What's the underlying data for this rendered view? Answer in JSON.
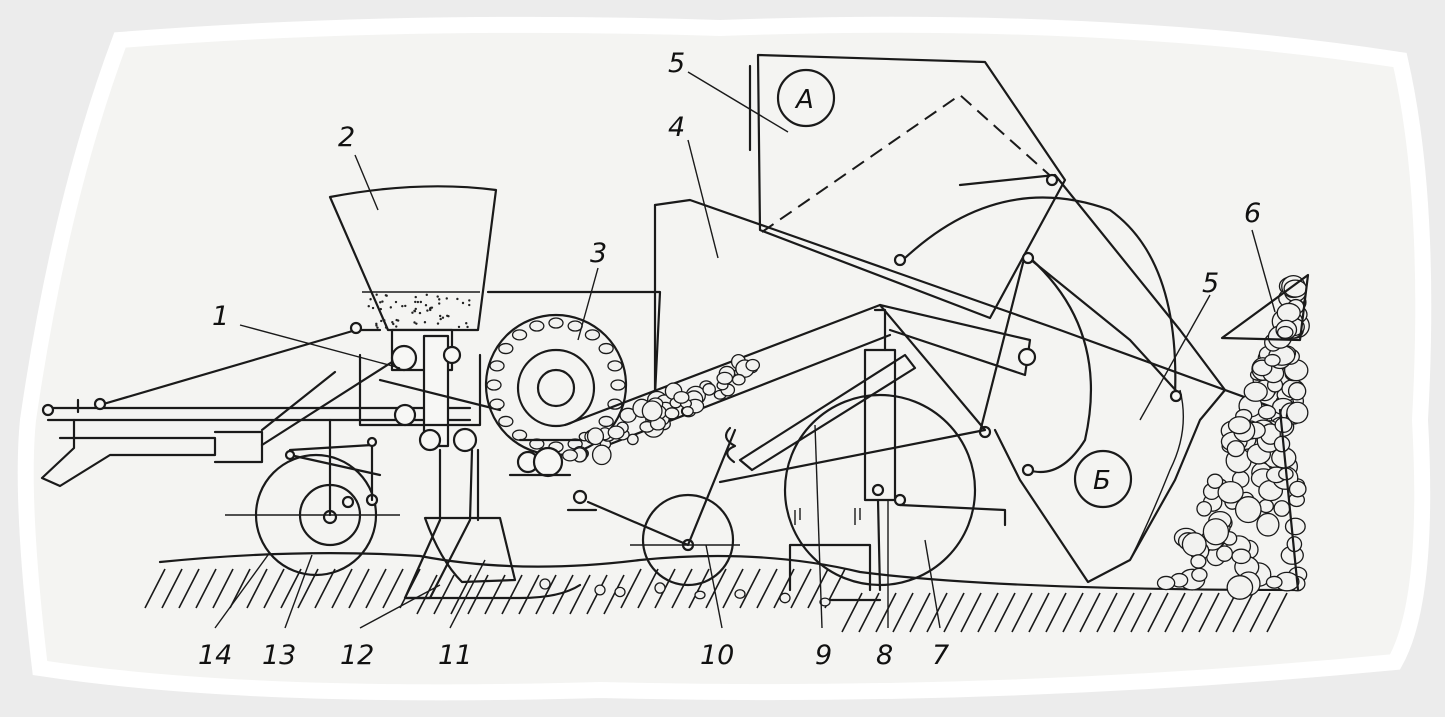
{
  "labels": {
    "n1": "1",
    "n2": "2",
    "n3": "3",
    "n4": "4",
    "n5_top": "5",
    "n5_right": "5",
    "n6": "6",
    "n7": "7",
    "n8": "8",
    "n9": "9",
    "n10": "10",
    "n11": "11",
    "n12": "12",
    "n13": "13",
    "n14": "14",
    "pos_a": "А",
    "pos_b": "Б"
  }
}
